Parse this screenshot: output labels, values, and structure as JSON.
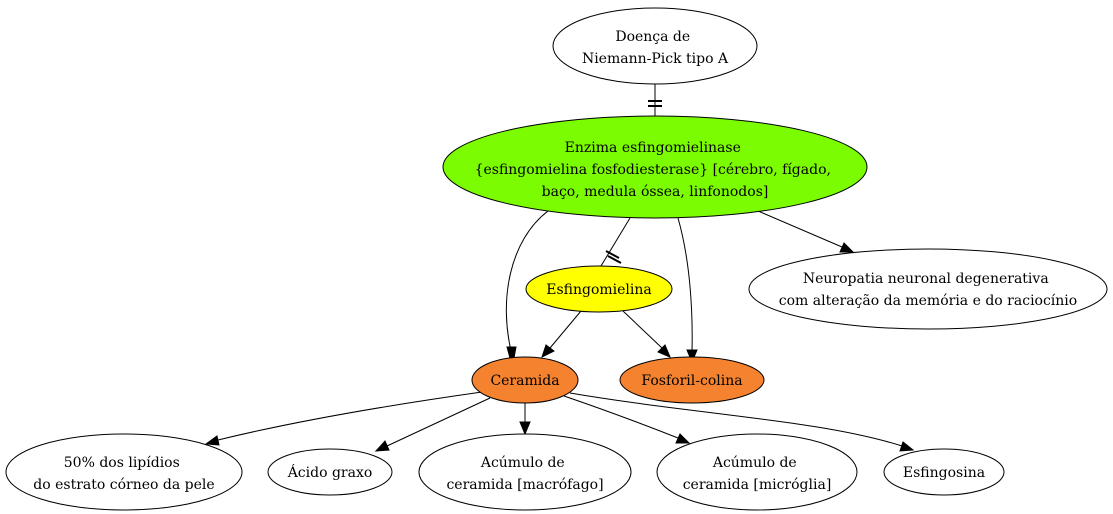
{
  "colors": {
    "white": "#ffffff",
    "green": "#7cfc00",
    "yellow": "#ffff00",
    "orange": "#f4822e",
    "stroke": "#000000"
  },
  "nodes": {
    "disease": {
      "lines": [
        "Doença de",
        "Niemann-Pick tipo A"
      ],
      "fill": "white"
    },
    "enzyme": {
      "lines": [
        "Enzima esfingomielinase",
        "{esfingomielina fosfodiesterase} [cérebro, fígado,",
        "baço, medula óssea, linfonodos]"
      ],
      "fill": "green"
    },
    "sphingomyelin": {
      "lines": [
        "Esfingomielina"
      ],
      "fill": "yellow"
    },
    "neuropathy": {
      "lines": [
        "Neuropatia neuronal degenerativa",
        "com alteração da memória e do raciocínio"
      ],
      "fill": "white"
    },
    "ceramide": {
      "lines": [
        "Ceramida"
      ],
      "fill": "orange"
    },
    "phosphocholine": {
      "lines": [
        "Fosforil-colina"
      ],
      "fill": "orange"
    },
    "lipids": {
      "lines": [
        "50% dos lipídios",
        "do estrato córneo da pele"
      ],
      "fill": "white"
    },
    "fatty_acid": {
      "lines": [
        "Ácido graxo"
      ],
      "fill": "white"
    },
    "macrophage": {
      "lines": [
        "Acúmulo de",
        "ceramida [macrófago]"
      ],
      "fill": "white"
    },
    "microglia": {
      "lines": [
        "Acúmulo de",
        "ceramida [micróglia]"
      ],
      "fill": "white"
    },
    "sphingosine": {
      "lines": [
        "Esfingosina"
      ],
      "fill": "white"
    }
  },
  "edges": [
    {
      "from": "disease",
      "to": "enzyme",
      "relation": "inhibits"
    },
    {
      "from": "enzyme",
      "to": "sphingomyelin",
      "relation": "inhibits"
    },
    {
      "from": "enzyme",
      "to": "ceramide",
      "relation": "produces"
    },
    {
      "from": "enzyme",
      "to": "phosphocholine",
      "relation": "produces"
    },
    {
      "from": "enzyme",
      "to": "neuropathy",
      "relation": "produces"
    },
    {
      "from": "sphingomyelin",
      "to": "ceramide",
      "relation": "produces"
    },
    {
      "from": "sphingomyelin",
      "to": "phosphocholine",
      "relation": "produces"
    },
    {
      "from": "ceramide",
      "to": "lipids",
      "relation": "produces"
    },
    {
      "from": "ceramide",
      "to": "fatty_acid",
      "relation": "produces"
    },
    {
      "from": "ceramide",
      "to": "macrophage",
      "relation": "produces"
    },
    {
      "from": "ceramide",
      "to": "microglia",
      "relation": "produces"
    },
    {
      "from": "ceramide",
      "to": "sphingosine",
      "relation": "produces"
    }
  ]
}
